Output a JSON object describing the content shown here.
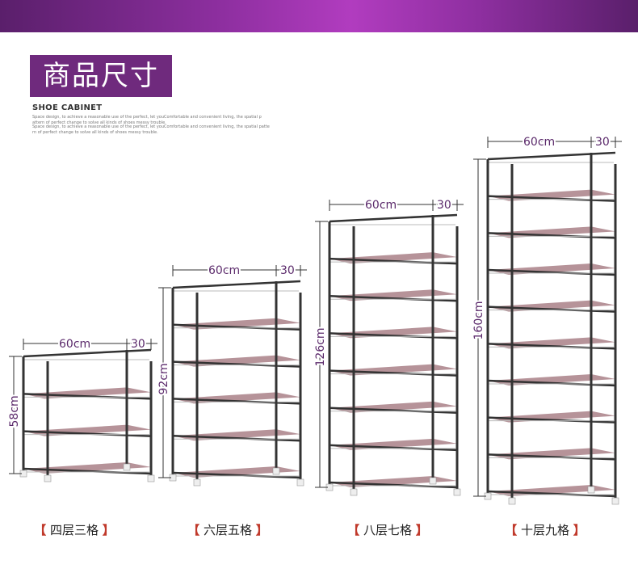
{
  "header": {
    "title": "商品尺寸",
    "brand": "SHOE CABINET",
    "desc_line1": "Space design, to achieve a reasonable use of the perfect, let youComfortable and convenient living, the spatial p",
    "desc_line1b": "attern of perfect change to solve all kinds of shoes messy trouble.",
    "desc_line2": "Space design, to achieve a reasonable use of the perfect, let youComfortable and convenient living, the spatial patte",
    "desc_line2b": "rn of perfect change to solve all kinds of shoes messy trouble."
  },
  "products": [
    {
      "caption": "四层三格",
      "width": "60cm",
      "depth": "30",
      "height": "58cm"
    },
    {
      "caption": "六层五格",
      "width": "60cm",
      "depth": "30",
      "height": "92cm"
    },
    {
      "caption": "八层七格",
      "width": "60cm",
      "depth": "30",
      "height": "126cm"
    },
    {
      "caption": "十层九格",
      "width": "60cm",
      "depth": "30",
      "height": "160cm"
    }
  ],
  "bracket_left": "【",
  "bracket_right": "】",
  "colors": {
    "banner": "#8e2fa0",
    "title_bg": "#6f2a7d",
    "dimension_text": "#5b2a6b",
    "shelf": "#7a3b45",
    "frame": "#333333"
  }
}
